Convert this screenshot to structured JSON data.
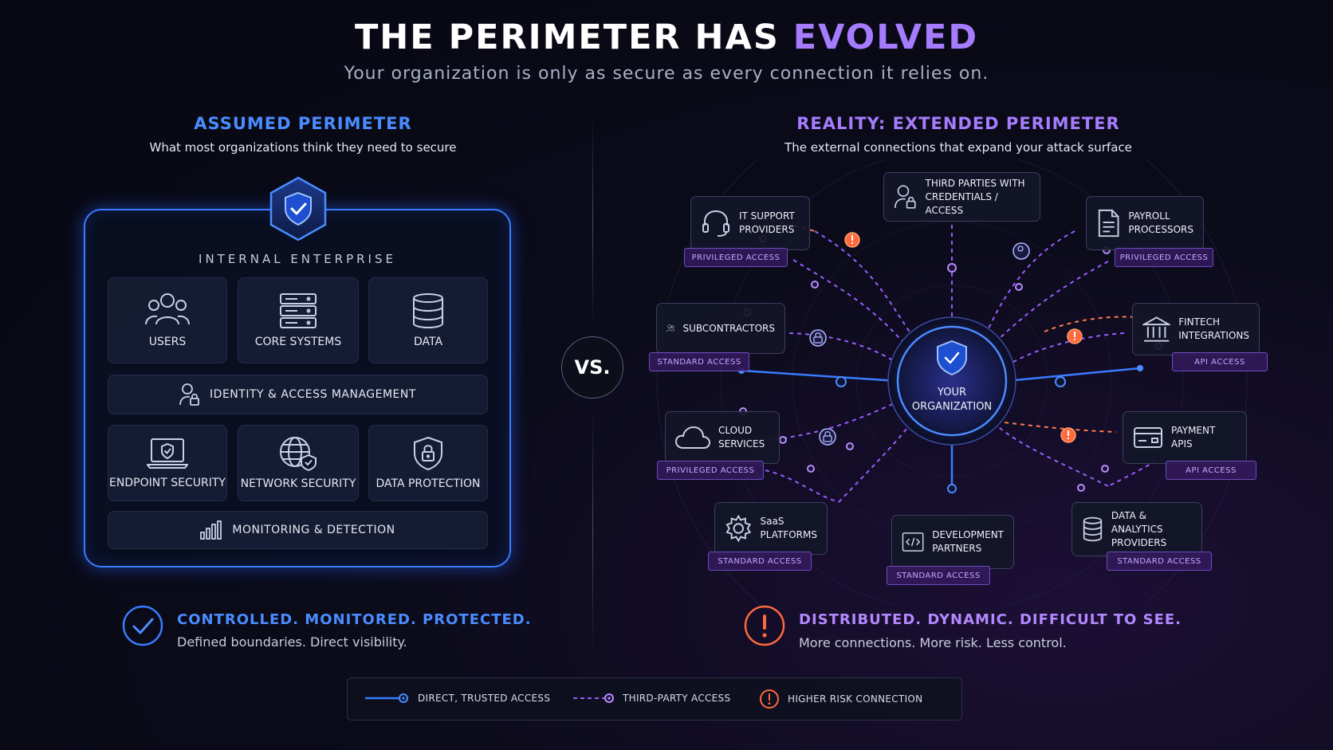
{
  "header": {
    "title_main": "THE PERIMETER HAS",
    "title_accent": "EVOLVED",
    "subtitle": "Your organization is only as secure as every connection it relies on."
  },
  "left": {
    "title": "ASSUMED PERIMETER",
    "subtitle": "What most organizations think they need to secure",
    "enterprise_label": "INTERNAL ENTERPRISE",
    "tiles": [
      {
        "label": "USERS",
        "icon": "users-icon"
      },
      {
        "label": "CORE SYSTEMS",
        "icon": "server-icon"
      },
      {
        "label": "DATA",
        "icon": "database-icon"
      },
      {
        "label": "ENDPOINT SECURITY",
        "icon": "laptop-shield-icon"
      },
      {
        "label": "NETWORK SECURITY",
        "icon": "globe-shield-icon"
      },
      {
        "label": "DATA PROTECTION",
        "icon": "lock-shield-icon"
      }
    ],
    "bars": [
      {
        "label": "IDENTITY & ACCESS MANAGEMENT",
        "icon": "user-lock-icon"
      },
      {
        "label": "MONITORING & DETECTION",
        "icon": "bar-chart-icon"
      }
    ],
    "footer_title": "CONTROLLED. MONITORED. PROTECTED.",
    "footer_sub": "Defined boundaries. Direct visibility."
  },
  "vs_label": "VS.",
  "right": {
    "title": "REALITY: EXTENDED PERIMETER",
    "subtitle": "The external connections that expand your attack surface",
    "center_label_1": "YOUR",
    "center_label_2": "ORGANIZATION",
    "nodes": [
      {
        "line1": "IT SUPPORT",
        "line2": "PROVIDERS",
        "badge": "PRIVILEGED ACCESS",
        "icon": "headset-icon"
      },
      {
        "line1": "THIRD PARTIES WITH",
        "line2": "CREDENTIALS / ACCESS",
        "badge": "",
        "icon": "user-lock-icon"
      },
      {
        "line1": "PAYROLL",
        "line2": "PROCESSORS",
        "badge": "PRIVILEGED ACCESS",
        "icon": "document-icon"
      },
      {
        "line1": "SUBCONTRACTORS",
        "line2": "",
        "badge": "STANDARD ACCESS",
        "icon": "users-icon"
      },
      {
        "line1": "FINTECH",
        "line2": "INTEGRATIONS",
        "badge": "API ACCESS",
        "icon": "bank-icon"
      },
      {
        "line1": "CLOUD",
        "line2": "SERVICES",
        "badge": "PRIVILEGED ACCESS",
        "icon": "cloud-icon"
      },
      {
        "line1": "PAYMENT",
        "line2": "APIS",
        "badge": "API ACCESS",
        "icon": "credit-card-icon"
      },
      {
        "line1": "SaaS",
        "line2": "PLATFORMS",
        "badge": "STANDARD ACCESS",
        "icon": "gear-icon"
      },
      {
        "line1": "DEVELOPMENT",
        "line2": "PARTNERS",
        "badge": "STANDARD ACCESS",
        "icon": "code-icon"
      },
      {
        "line1": "DATA & ANALYTICS",
        "line2": "PROVIDERS",
        "badge": "STANDARD ACCESS",
        "icon": "database-icon"
      }
    ],
    "footer_title": "DISTRIBUTED. DYNAMIC. DIFFICULT TO SEE.",
    "footer_sub": "More connections. More risk. Less control."
  },
  "legend": {
    "direct": "DIRECT, TRUSTED ACCESS",
    "third_party": "THIRD-PARTY ACCESS",
    "risk": "HIGHER RISK CONNECTION"
  },
  "colors": {
    "blue": "#3a7cff",
    "purple": "#a67cff",
    "risk": "#ff6a3d"
  }
}
